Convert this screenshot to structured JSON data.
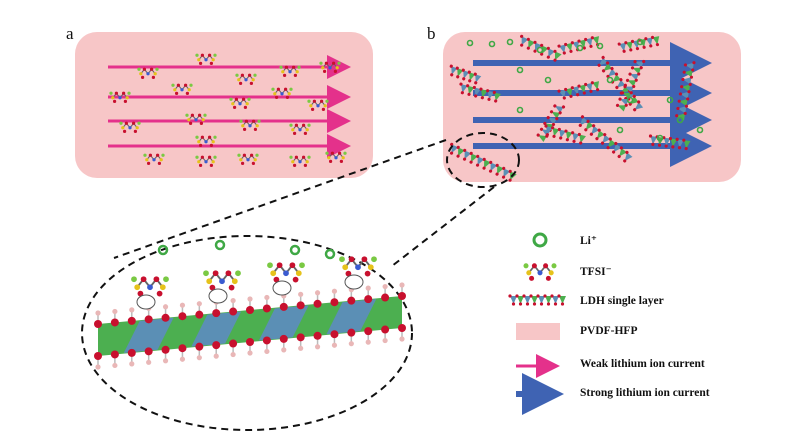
{
  "panels": {
    "a": {
      "label": "a"
    },
    "b": {
      "label": "b"
    }
  },
  "legend": {
    "items": [
      {
        "key": "li",
        "label": "Li⁺"
      },
      {
        "key": "tfsi",
        "label": "TFSI⁻"
      },
      {
        "key": "ldh",
        "label": "LDH single layer"
      },
      {
        "key": "pvdf",
        "label": "PVDF-HFP"
      },
      {
        "key": "weak",
        "label": "Weak lithium ion current"
      },
      {
        "key": "strong",
        "label": "Strong lithium ion current"
      }
    ]
  },
  "colors": {
    "membrane": "#f7c6c7",
    "weak_current": "#e4318b",
    "strong_current": "#3f63b3",
    "ldh_green": "#4caf50",
    "ldh_blue": "#5b8fb5",
    "li_ring": "#3fa845",
    "oxygen": "#c8102e",
    "hydrogen": "#e9b7b7"
  }
}
